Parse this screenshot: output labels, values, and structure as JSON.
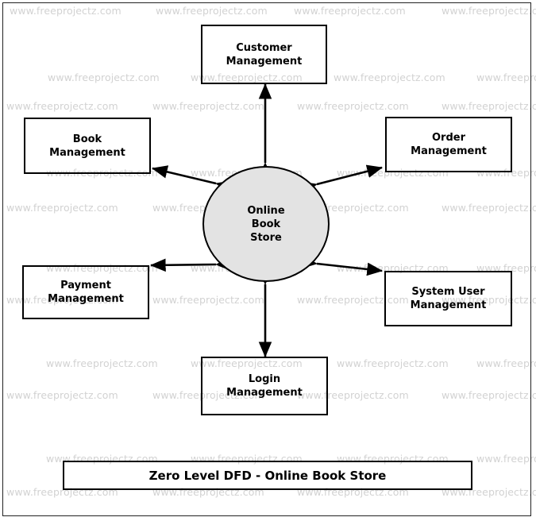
{
  "diagram": {
    "title": "Zero Level DFD - Online Book Store",
    "watermark_text": "www.freeprojectz.com",
    "colors": {
      "process_fill": "#e3e3e3",
      "stroke": "#000000",
      "watermark": "#d2d2d2",
      "background": "#ffffff"
    },
    "process": {
      "name": "online-book-store",
      "label": "Online\nBook\nStore",
      "shape": "circle"
    },
    "entities": [
      {
        "name": "customer-management",
        "label": "Customer\nManagement",
        "position": "top"
      },
      {
        "name": "book-management",
        "label": "Book\nManagement",
        "position": "top-left"
      },
      {
        "name": "order-management",
        "label": "Order\nManagement",
        "position": "top-right"
      },
      {
        "name": "payment-management",
        "label": "Payment\nManagement",
        "position": "bottom-left"
      },
      {
        "name": "system-user-management",
        "label": "System User\nManagement",
        "position": "bottom-right"
      },
      {
        "name": "login-management",
        "label": "Login\nManagement",
        "position": "bottom"
      }
    ],
    "flows": [
      {
        "name": "flow-customer",
        "from": "online-book-store",
        "to": "customer-management",
        "direction": "bidirectional"
      },
      {
        "name": "flow-book",
        "from": "online-book-store",
        "to": "book-management",
        "direction": "bidirectional"
      },
      {
        "name": "flow-order",
        "from": "online-book-store",
        "to": "order-management",
        "direction": "bidirectional"
      },
      {
        "name": "flow-payment",
        "from": "online-book-store",
        "to": "payment-management",
        "direction": "bidirectional"
      },
      {
        "name": "flow-system-user",
        "from": "online-book-store",
        "to": "system-user-management",
        "direction": "bidirectional"
      },
      {
        "name": "flow-login",
        "from": "online-book-store",
        "to": "login-management",
        "direction": "bidirectional"
      }
    ]
  }
}
